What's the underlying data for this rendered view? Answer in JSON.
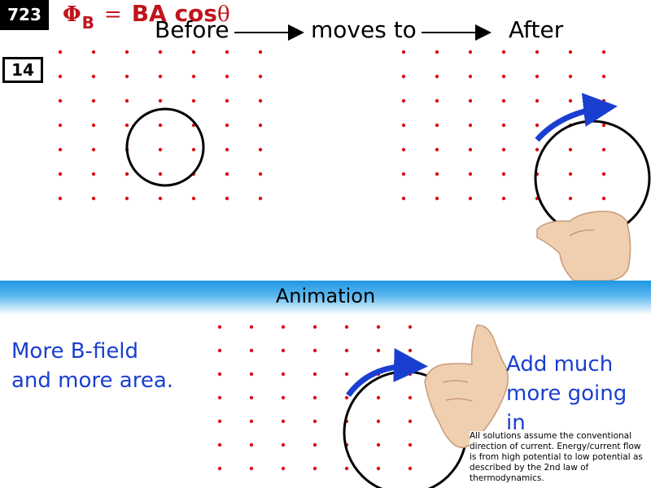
{
  "slide": {
    "number": "723",
    "sub_number": "14",
    "formula": {
      "symbol": "Φ",
      "subscript": "B",
      "equals": "=",
      "rhs": "BA cos",
      "theta": "θ"
    },
    "flow": {
      "before": "Before",
      "moves_to": "moves to",
      "after": "After"
    },
    "band_label": "Animation",
    "left_note": "More B-field and more area.",
    "right_note": "Add much more going in",
    "footnote": "All solutions assume the conventional direction of current. Energy/current flow is from high potential to low potential as described by the 2nd law of thermodynamics."
  },
  "colors": {
    "field_dot": "#e01010",
    "formula": "#c0141c",
    "note_text": "#1a3fd0",
    "arrow": "#1a3fd0",
    "band": "#1f97e4"
  },
  "icons": [
    "field-dot-icon",
    "curved-arrow-icon",
    "hand-icon"
  ]
}
